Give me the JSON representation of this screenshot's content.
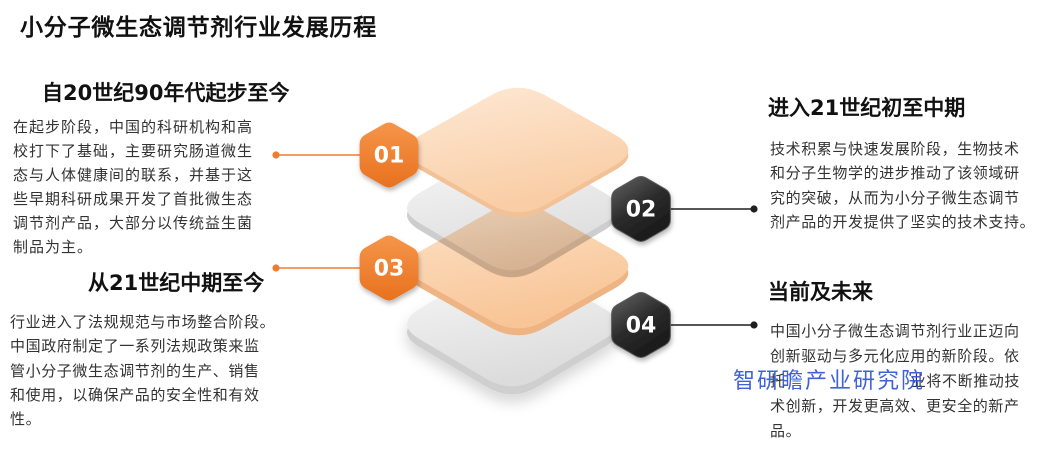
{
  "title": "小分子微生态调节剂行业发展历程",
  "stages": [
    {
      "number": "01",
      "heading": "自20世纪90年代起步至今",
      "lines": [
        "在起步阶段，中国的科研机构和高",
        "校打下了基础，主要研究肠道微生",
        "态与人体健康间的联系，并基于这",
        "些早期科研成果开发了首批微生态",
        "调节剂产品，大部分以传统益生菌",
        "制品为主。"
      ]
    },
    {
      "number": "02",
      "heading": "进入21世纪初至中期",
      "lines": [
        "技术积累与快速发展阶段，生物技术",
        "和分子生物学的进步推动了该领域研",
        "究的突破，从而为小分子微生态调节",
        "剂产品的开发提供了坚实的技术支持。"
      ]
    },
    {
      "number": "03",
      "heading": "从21世纪中期至今",
      "lines": [
        "行业进入了法规规范与市场整合阶段。",
        "中国政府制定了一系列法规政策来监",
        "管小分子微生态调节剂的生产、销售",
        "和使用，以确保产品的安全性和有效",
        "性。"
      ]
    },
    {
      "number": "04",
      "heading": "当前及未来",
      "lines": [
        "中国小分子微生态调节剂行业正迈向",
        "创新驱动与多元化应用的新阶段。依",
        {
          "start": "托",
          "end": "业将不断推动技"
        },
        "术创新，开发更高效、更安全的新产",
        "品。"
      ]
    }
  ],
  "watermark": "智研瞻产业研究院",
  "colors": {
    "orange_accent": "#ed7d31",
    "dark_badge": "#2e2e2e",
    "connector_dark": "#1f1f1f",
    "peach_layer": "#fbd5b1",
    "gray_layer": "#e3e3e3",
    "watermark_blue": "#2f55d6",
    "body_text": "#333333",
    "heading_text": "#111111"
  }
}
